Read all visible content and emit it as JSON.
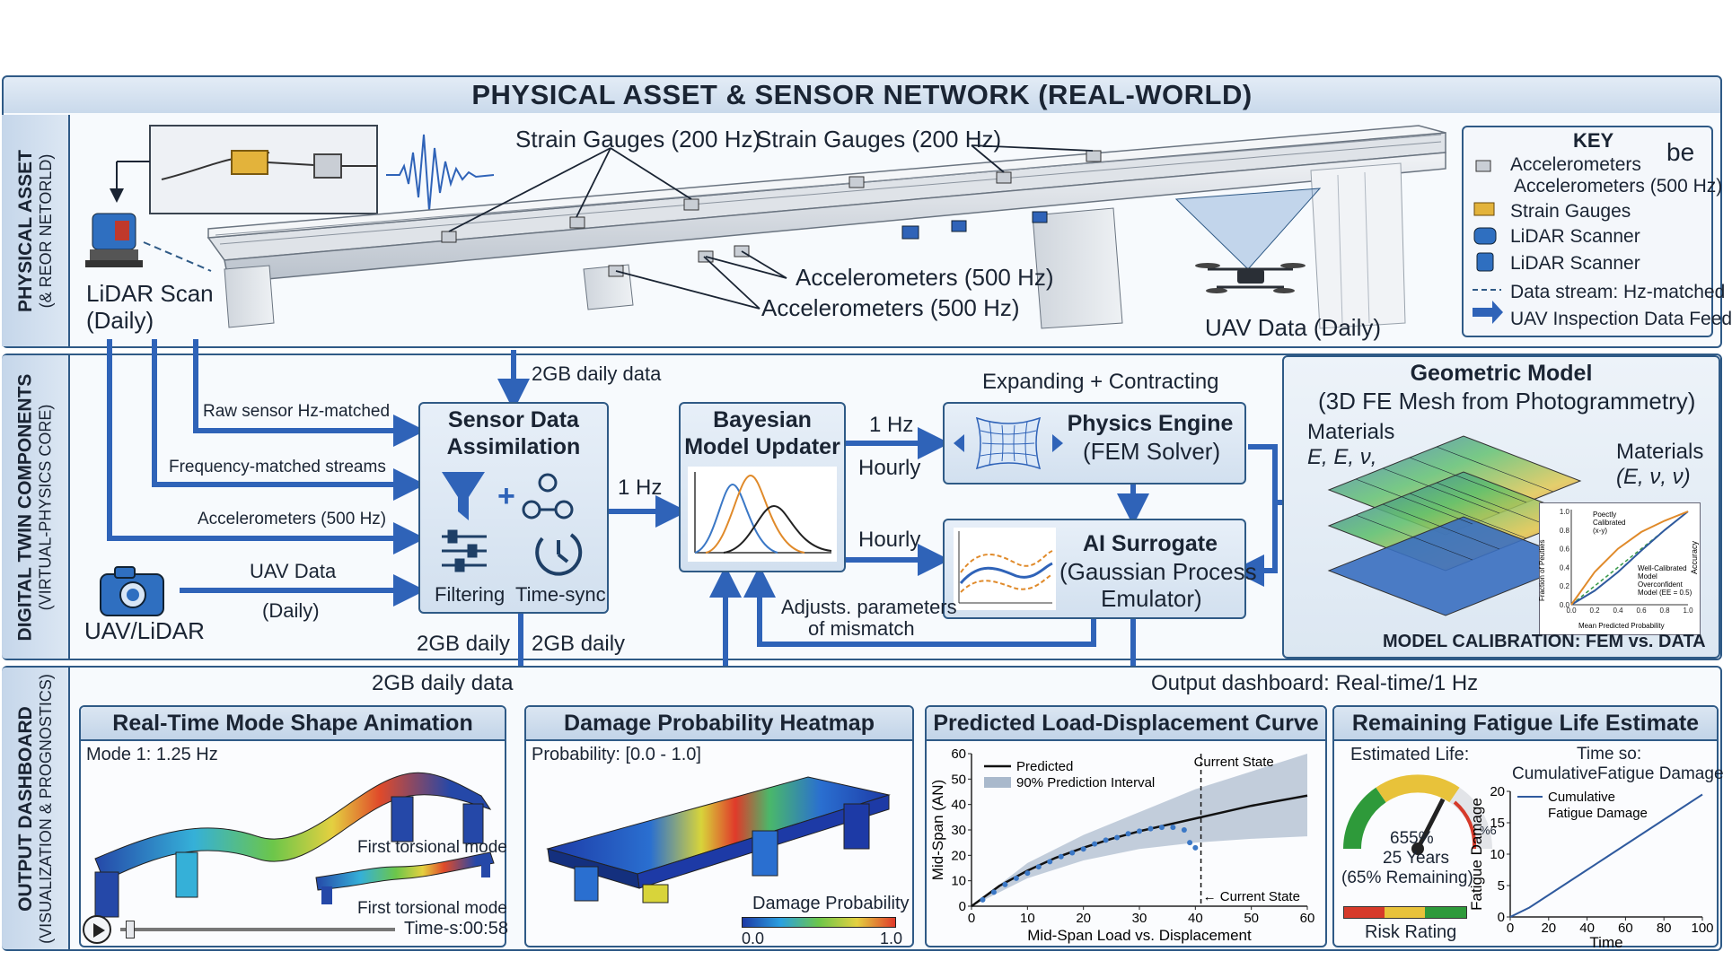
{
  "header": {
    "title": "PHYSICAL ASSET & SENSOR NETWORK (REAL-WORLD)"
  },
  "sections": {
    "physical": {
      "title": "PHYSICAL ASSET",
      "subtitle": "(& REOR NETORLD)"
    },
    "digital": {
      "title": "DIGITAL TWIN COMPONENTS",
      "subtitle": "(VIRTUAL-PHYSICS CORE)"
    },
    "output": {
      "title": "OUTPUT DASHBOARD",
      "subtitle": "(VISUALIZATION & PROGNOSTICS)"
    }
  },
  "asset": {
    "strain_left": "Strain Gauges (200 Hz)",
    "strain_right": "Strain Gauges (200 Hz)",
    "accel_1": "Accelerometers (500 Hz)",
    "accel_2": "Accelerometers (500 Hz)",
    "lidar_line1": "LiDAR Scan",
    "lidar_line2": "(Daily)",
    "uav": "UAV Data (Daily)"
  },
  "key": {
    "title": "KEY",
    "corner": "be",
    "items": [
      "Accelerometers",
      "Accelerometers (500 Hz)",
      "Strain Gauges",
      "LiDAR Scanner",
      "LiDAR Scanner",
      "Data stream: Hz-matched",
      "UAV Inspection Data Feed"
    ]
  },
  "streams": {
    "top_data": "2GB daily data",
    "raw": "Raw sensor Hz-matched",
    "freq": "Frequency-matched streams",
    "accel": "Accelerometers (500 Hz)",
    "uav_line1": "UAV Data",
    "uav_line2": "(Daily)",
    "uav_lidar": "UAV/LiDAR",
    "assim_to_bayes": "1 Hz",
    "bayes_to_physics_hz": "1 Hz",
    "bayes_to_physics_rate": "Hourly",
    "bayes_to_surrogate": "Hourly",
    "expanding": "Expanding + Contracting",
    "adjusts_line1": "Adjusts. parameters",
    "adjusts_line2": "of mismatch",
    "daily_left": "2GB daily",
    "daily_right": "2GB daily",
    "daily_bottom": "2GB daily data",
    "output": "Output dashboard: Real-time/1 Hz"
  },
  "components": {
    "assimilation": {
      "title_line1": "Sensor Data",
      "title_line2": "Assimilation",
      "filtering": "Filtering",
      "timesync": "Time-sync"
    },
    "bayesian": {
      "title_line1": "Bayesian",
      "title_line2": "Model Updater"
    },
    "physics": {
      "title": "Physics Engine",
      "subtitle": "(FEM Solver)"
    },
    "surrogate": {
      "title": "AI Surrogate",
      "subtitle_line1": "(Gaussian Process",
      "subtitle_line2": "Emulator)"
    },
    "geometric": {
      "title": "Geometric Model",
      "subtitle": "(3D FE Mesh from Photogrammetry)",
      "materials_left": "Materials",
      "materials_left_vars": "E, E, ν,",
      "materials_right": "Materials",
      "materials_right_vars": "(E, ν, ν)",
      "calibration": "MODEL CALIBRATION: FEM vs. DATA"
    }
  },
  "calibration_plot": {
    "legend_top": [
      "Poectly",
      "Calibrated",
      "(x-y)"
    ],
    "legend_mid": [
      "Well-Calibrated",
      "Model"
    ],
    "legend_over": [
      "Overconfident",
      "Model (EE = 0.5)"
    ],
    "ylabel": "Fraction of Peutiies",
    "xlabel": "Mean Predicted Probability",
    "right_label": "Accuracy",
    "xticks": [
      "0.0",
      "0.2",
      "0.4",
      "0.6",
      "0.8",
      "1.0"
    ],
    "yticks": [
      "0.0",
      "0.2",
      "0.4",
      "0.6",
      "0.8",
      "1.0"
    ]
  },
  "dashboard": {
    "mode": {
      "title": "Real-Time Mode Shape Animation",
      "mode_label": "Mode 1: 1.25 Hz",
      "torsion1": "First torsional mode",
      "torsion2": "First torsional mode",
      "time": "Time-s:00:58",
      "progress": 0.02
    },
    "heatmap": {
      "title": "Damage Probability Heatmap",
      "range": "Probability: [0.0 - 1.0]",
      "legend_title": "Damage Probability",
      "min": "0.0",
      "max": "1.0"
    },
    "load": {
      "title": "Predicted Load-Displacement Curve"
    },
    "fatigue": {
      "title": "Remaining Fatigue Life Estimate",
      "estimated": "Estimated Life:",
      "percent": "655%",
      "years": "25 Years",
      "remaining": "(65% Remaining)",
      "gauge_side": "%6",
      "gauge_value": 0.65,
      "risk": "Risk Rating",
      "time_title_line1": "Time so:",
      "time_title_line2": "CumulativeFatigue Damage"
    }
  },
  "chart_data": [
    {
      "type": "line",
      "title": "Predicted Load-Displacement Curve",
      "xlabel": "Mid-Span Load vs. Displacement",
      "ylabel": "Mid-Span (AN)",
      "xlim": [
        0,
        60
      ],
      "ylim": [
        0,
        60
      ],
      "xticks": [
        0,
        10,
        20,
        30,
        40,
        50,
        60
      ],
      "yticks": [
        0,
        10,
        20,
        30,
        40,
        50,
        60
      ],
      "current_state_x": 41,
      "current_state_top": "Current State",
      "current_state_bottom": "← Current State",
      "legend": [
        "Predicted",
        "90% Prediction Interval"
      ],
      "series": [
        {
          "name": "Predicted",
          "x": [
            0,
            5,
            10,
            15,
            20,
            25,
            30,
            35,
            40,
            45,
            50,
            55,
            60
          ],
          "y": [
            0,
            8,
            14,
            19,
            23,
            26.5,
            29.5,
            32,
            34.5,
            37,
            39.5,
            41.5,
            43.5
          ]
        },
        {
          "name": "90% Prediction Interval",
          "x": [
            0,
            10,
            20,
            30,
            40,
            50,
            60
          ],
          "upper": [
            0,
            17,
            28,
            37,
            46,
            53,
            60
          ],
          "lower": [
            0,
            11,
            18,
            22.5,
            25,
            26.5,
            27.5
          ]
        },
        {
          "name": "observations",
          "x": [
            2,
            4,
            6,
            8,
            10,
            12,
            14,
            16,
            18,
            20,
            22,
            24,
            26,
            28,
            30,
            32,
            34,
            36,
            38,
            39,
            40
          ],
          "y": [
            2.5,
            5.5,
            8.5,
            11,
            13,
            15.5,
            17.5,
            19.5,
            21,
            22.5,
            24.5,
            26,
            27,
            28.5,
            29.5,
            30.5,
            31,
            31,
            30,
            25,
            23
          ]
        }
      ]
    },
    {
      "type": "line",
      "title": "Time so: CumulativeFatigue Damage",
      "xlabel": "Time",
      "ylabel": "Fatigue Damage",
      "xlim": [
        0,
        100
      ],
      "ylim": [
        0,
        20
      ],
      "xticks": [
        0,
        20,
        40,
        60,
        80,
        100
      ],
      "yticks": [
        0,
        5,
        10,
        15,
        20
      ],
      "series": [
        {
          "name": "Cumulative Fatigue Damage",
          "x": [
            0,
            10,
            20,
            30,
            40,
            50,
            60,
            70,
            80,
            90,
            100
          ],
          "y": [
            0,
            1.5,
            3.5,
            5.5,
            7.5,
            9.5,
            11.5,
            13.5,
            15.5,
            17.5,
            19.5
          ]
        }
      ]
    },
    {
      "type": "line",
      "title": "MODEL CALIBRATION: FEM vs. DATA",
      "xlabel": "Mean Predicted Probability",
      "ylabel": "Fraction of Peutiies",
      "xlim": [
        0,
        1
      ],
      "ylim": [
        0,
        1
      ],
      "series": [
        {
          "name": "Poectly Calibrated (x-y)",
          "x": [
            0,
            1
          ],
          "y": [
            0,
            1
          ]
        },
        {
          "name": "Well-Calibrated Model",
          "x": [
            0,
            0.2,
            0.4,
            0.6,
            0.8,
            1.0
          ],
          "y": [
            0,
            0.15,
            0.35,
            0.58,
            0.8,
            1.0
          ]
        },
        {
          "name": "Overconfident Model (EE = 0.5)",
          "x": [
            0,
            0.2,
            0.4,
            0.6,
            0.8,
            1.0
          ],
          "y": [
            0,
            0.35,
            0.6,
            0.78,
            0.9,
            1.0
          ]
        }
      ]
    }
  ]
}
